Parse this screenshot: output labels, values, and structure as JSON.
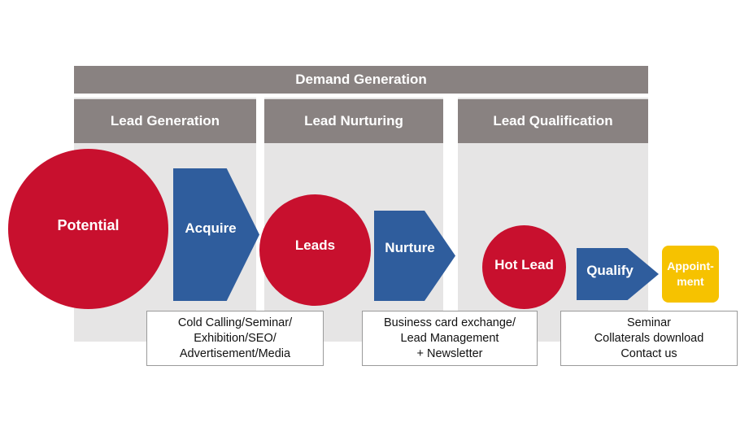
{
  "header": {
    "title": "Demand Generation"
  },
  "phases": [
    {
      "label": "Lead Generation"
    },
    {
      "label": "Lead Nurturing"
    },
    {
      "label": "Lead Qualification"
    }
  ],
  "stages": {
    "potential": "Potential",
    "leads": "Leads",
    "hot_lead": "Hot Lead",
    "appointment": [
      "Appoint-",
      "ment"
    ]
  },
  "actions": {
    "acquire": "Acquire",
    "nurture": "Nurture",
    "qualify": "Qualify"
  },
  "notes": {
    "generation": [
      "Cold Calling/Seminar/",
      "Exhibition/SEO/",
      "Advertisement/Media"
    ],
    "nurturing": [
      "Business card exchange/",
      "Lead Management",
      "+ Newsletter"
    ],
    "qualification": [
      "Seminar",
      "Collaterals download",
      "Contact us"
    ]
  },
  "colors": {
    "header_gray": "#898281",
    "panel_gray": "#e6e5e5",
    "circle_red": "#c8102e",
    "arrow_blue": "#2f5d9d",
    "appointment_yellow": "#f6c200"
  }
}
